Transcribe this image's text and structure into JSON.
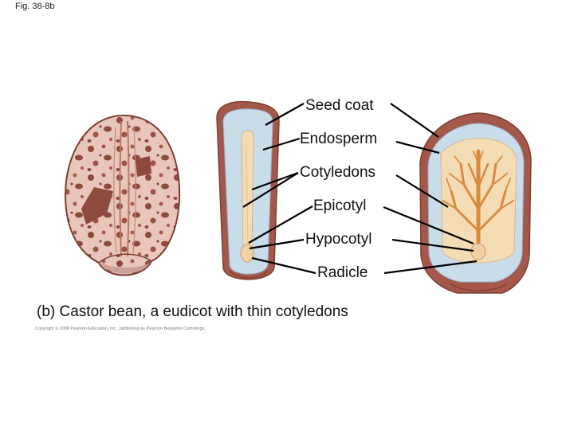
{
  "figure_label": "Fig. 38-8b",
  "labels": {
    "seed_coat": "Seed coat",
    "endosperm": "Endosperm",
    "cotyledons": "Cotyledons",
    "epicotyl": "Epicotyl",
    "hypocotyl": "Hypocotyl",
    "radicle": "Radicle"
  },
  "caption": "(b) Castor bean, a eudicot with thin cotyledons",
  "copyright": "Copyright © 2008 Pearson Education, Inc., publishing as Pearson Benjamin Cummings.",
  "colors": {
    "seed_coat": "#a4584a",
    "seed_coat_light": "#e6c0b4",
    "endosperm": "#c8dcea",
    "cotyledon": "#f4dcb4",
    "vein": "#d98a3c",
    "leader_line": "#000000"
  }
}
